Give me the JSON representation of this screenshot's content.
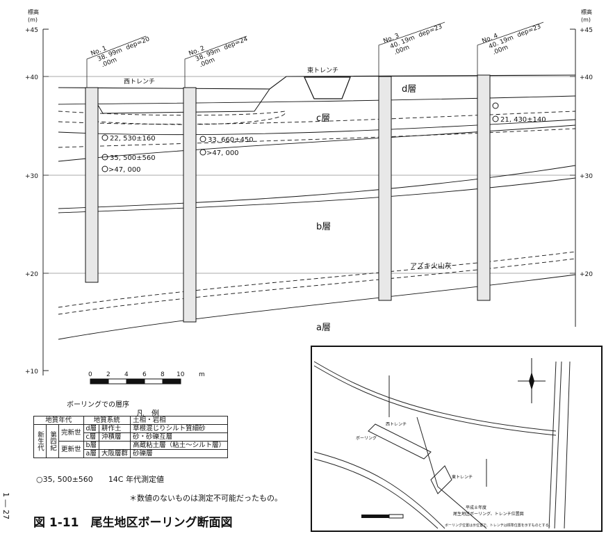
{
  "elevation_axis": {
    "title_left": "標高",
    "unit_left": "(m)",
    "title_right": "標高",
    "unit_right": "(m)",
    "ticks": [
      "+45",
      "+40",
      "+30",
      "+20",
      "+10"
    ],
    "ticks_right": [
      "+45",
      "+40",
      "+30",
      "+20"
    ]
  },
  "boreholes": [
    {
      "no": "No. 1",
      "elev": "38. 99m",
      "dep": "dep=20",
      "sub": ".00m"
    },
    {
      "no": "No. 2",
      "elev": "38. 99m",
      "dep": "dep=24",
      "sub": ".00m"
    },
    {
      "no": "No. 3",
      "elev": "40. 19m",
      "dep": "dep=23",
      "sub": ".00m"
    },
    {
      "no": "No. 4",
      "elev": "40. 19m",
      "dep": "dep=23",
      "sub": ".00m"
    }
  ],
  "trenches": {
    "west": "西トレンチ",
    "east": "東トレンチ"
  },
  "layers": {
    "d": "d層",
    "c": "c層",
    "b": "b層",
    "a": "a層"
  },
  "tephra_label": "アズキ火山灰",
  "dates": [
    "22, 530±160",
    "35, 500±560",
    ">47, 000",
    "33, 660±450",
    ">47, 000",
    "21, 430±140"
  ],
  "scale_bar": {
    "labels": [
      "0",
      "2",
      "4",
      "6",
      "8",
      "10"
    ],
    "unit": "m"
  },
  "legend": {
    "heading": "ボーリングでの層序",
    "heading2": "凡　例",
    "col_age": "地質年代",
    "col_system": "地質系統",
    "col_soil": "土相・岩相",
    "era": "新生代",
    "period": "第四紀",
    "holocene": "完新世",
    "pleistocene": "更新世",
    "rows": [
      {
        "layer": "d層",
        "system": "耕作土",
        "lith": "草根混じりシルト質細砂"
      },
      {
        "layer": "c層",
        "system": "沖積層",
        "lith": "砂・砂礫互層"
      },
      {
        "layer": "b層",
        "system": "",
        "lith": "高蔵粘土層（粘土～シルト層）"
      },
      {
        "layer": "a層",
        "system": "大阪層群",
        "lith": "砂礫層"
      }
    ]
  },
  "age_legend": {
    "sample": "35, 500±560",
    "desc": "14C 年代測定値"
  },
  "note": "＊数値のないものは測定不可能だったもの。",
  "caption": "図 1-11　尾生地区ボーリング断面図",
  "page_number": "1 ― 27",
  "inset_map": {
    "west_trench": "西トレンチ",
    "boring": "ボーリング",
    "east_trench": "東トレンチ",
    "title": "平成８年度",
    "subtitle": "尾生地区ボーリング、トレンチ位置図",
    "footnote": "ボーリング位置は示位置で、トレンチは標準位置を示すものとする。"
  }
}
